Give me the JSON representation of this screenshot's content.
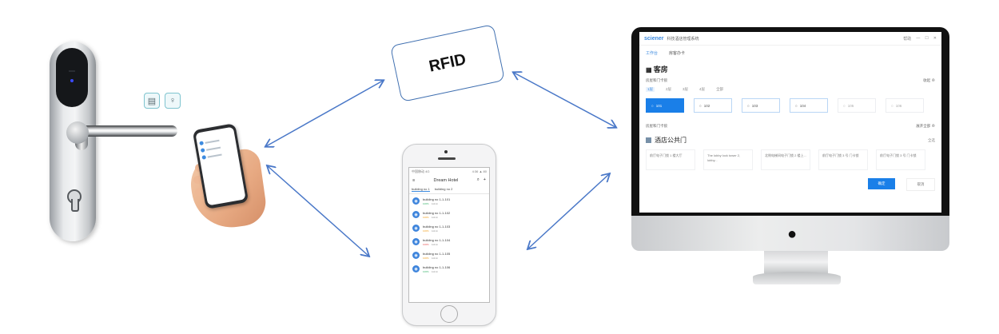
{
  "rfid": {
    "label": "RFID"
  },
  "lock": {
    "features": [
      {
        "icon": "card-reader-icon",
        "glyph": "▤"
      },
      {
        "icon": "key-icon",
        "glyph": "♀"
      }
    ]
  },
  "arrow_color": "#4a78c8",
  "phone": {
    "status_left": "中国移动 4G",
    "status_right": "4:36 ▲ 80",
    "title": "Dream Hotel",
    "menu_icon": "≡",
    "search_icon": "⌕",
    "add_icon": "+",
    "tabs": [
      "building no 1",
      "building no 2"
    ],
    "rooms": [
      {
        "name": "building no 1-1-101",
        "status": "100%",
        "status_color": "#38b36a",
        "extra": "Admin"
      },
      {
        "name": "building no 1-1-102",
        "status": "100%",
        "status_color": "#f0a020",
        "extra": "Admin"
      },
      {
        "name": "building no 1-1-103",
        "status": "100%",
        "status_color": "#f0a020",
        "extra": "Admin"
      },
      {
        "name": "building no 1-1-104",
        "status": "100%",
        "status_color": "#e65050",
        "extra": "Admin"
      },
      {
        "name": "building no 1-1-105",
        "status": "100%",
        "status_color": "#f0a020",
        "extra": "Admin"
      },
      {
        "name": "building no 1-1-106",
        "status": "100%",
        "status_color": "#38b36a",
        "extra": "Admin"
      }
    ]
  },
  "small_phone": {
    "rows": 3
  },
  "monitor": {
    "brand": "sciener",
    "app_subtitle": "科技酒店管理系统",
    "window_controls": [
      "帮助",
      "—",
      "☐",
      "✕"
    ],
    "nav": [
      "工作台",
      "房客办卡"
    ],
    "heading": "客房",
    "section1_label": "房屋和门卡锁",
    "section1_action": "收起 ⊗",
    "floors": [
      "1层",
      "2层",
      "3层",
      "4层",
      "全部"
    ],
    "rooms": [
      "101",
      "102",
      "103",
      "104",
      "105",
      "106"
    ],
    "section2_label": "房屋和门卡锁",
    "section2_action": "展开全部 ⊗",
    "door_section_title": "酒店公共门",
    "door_section_action": "全选",
    "doors": [
      "前厅电子门锁 1 楼大厅",
      "The lobby lock tower 2, lobby...",
      "北侧电梯间电子门锁 2 楼上...",
      "前厅电子门锁 3 号 门卡锁",
      "前厅电子门锁 3 号 门卡锁"
    ],
    "ok_label": "确定",
    "cancel_label": "取消",
    "accent": "#1a7fe8"
  }
}
